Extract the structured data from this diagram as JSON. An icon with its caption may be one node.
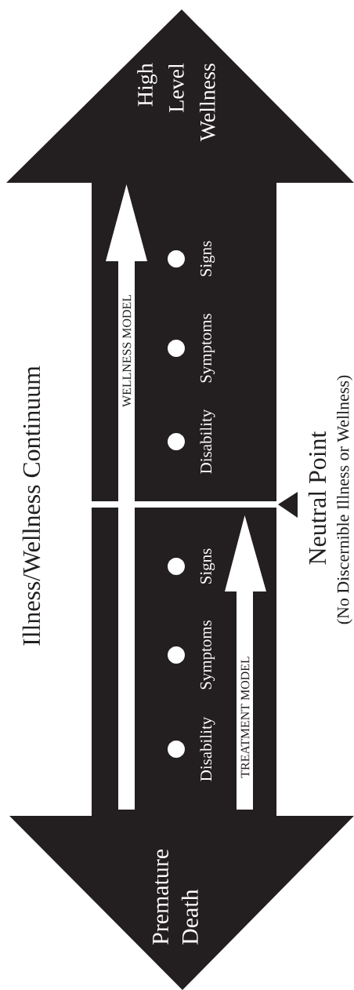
{
  "diagram": {
    "title": "Illness/Wellness Continuum",
    "nodes": [
      {
        "text": [
          "High Level Wellness",
          "Premature Death"
        ]
      },
      {
        "text": [
          "WELLNESS MODEL"
        ],
        "in": 0
      },
      {
        "text": [],
        "shape": "circle",
        "beside": [
          "Signs"
        ],
        "in": 0
      },
      {
        "text": [],
        "shape": "circle",
        "beside": [
          "Symptoms"
        ],
        "in": 0
      },
      {
        "text": [],
        "shape": "circle",
        "beside": [
          "Disability"
        ],
        "in": 0
      },
      {
        "text": [
          "TREATMENT MODEL"
        ],
        "in": 0
      },
      {
        "text": [],
        "shape": "circle",
        "beside": [
          "Signs"
        ],
        "in": 0
      },
      {
        "text": [],
        "shape": "circle",
        "beside": [
          "Symptoms"
        ],
        "in": 0
      },
      {
        "text": [],
        "shape": "circle",
        "beside": [
          "Disability"
        ],
        "in": 0
      }
    ],
    "labels": [
      "Neutral Point",
      "(No Discernible Illness or Wellness)"
    ]
  }
}
